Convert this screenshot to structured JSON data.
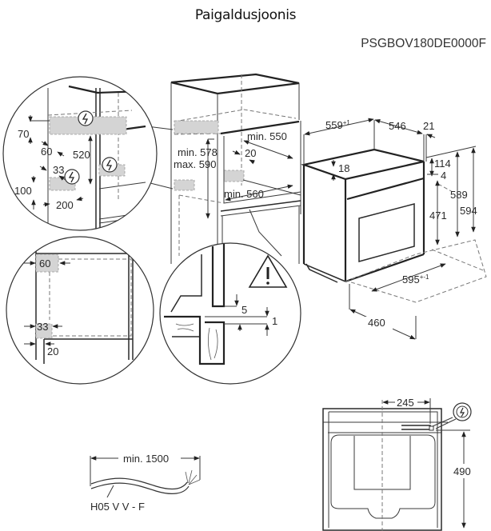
{
  "header": {
    "title": "Paigaldusjoonis",
    "model_code": "PSGBOV180DE0000F"
  },
  "detail_top_left": {
    "dim_70": "70",
    "dim_60": "60",
    "dim_520": "520",
    "dim_33": "33",
    "dim_100": "100",
    "dim_200": "200",
    "icon": "electrical-connection-icon"
  },
  "cabinet": {
    "min_550": "min. 550",
    "dim_20": "20",
    "min_578": "min. 578",
    "max_590": "max. 590",
    "min_560": "min. 560"
  },
  "oven": {
    "dim_559": "559",
    "dim_559_tol": "+1",
    "dim_546": "546",
    "dim_21": "21",
    "dim_18": "18",
    "dim_114": "114",
    "dim_4": "4",
    "dim_589": "589",
    "dim_594": "594",
    "dim_471": "471",
    "dim_595": "595",
    "dim_595_tol": "+-1",
    "dim_460": "460"
  },
  "detail_bottom_left": {
    "dim_60": "60",
    "dim_33": "33",
    "dim_20": "20"
  },
  "detail_floor": {
    "dim_5": "5",
    "dim_1": "1",
    "icon": "warning-triangle-icon"
  },
  "cable": {
    "min_length": "min. 1500",
    "type": "H05 V V - F"
  },
  "front_view": {
    "dim_245": "245",
    "dim_490": "490",
    "icon": "electrical-connection-icon"
  }
}
